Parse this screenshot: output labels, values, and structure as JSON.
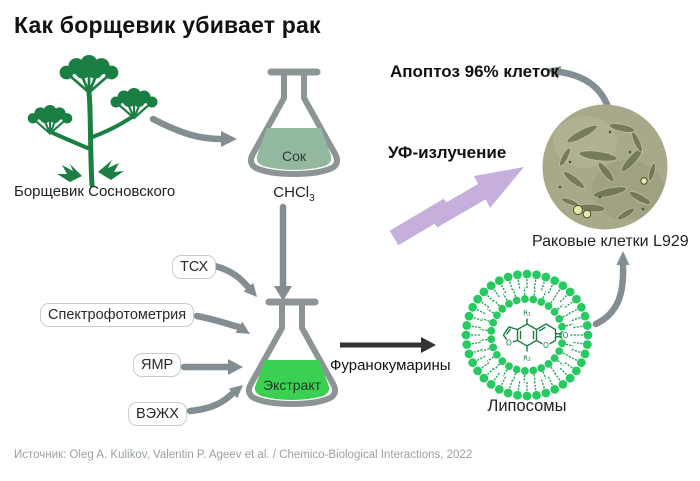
{
  "title": "Как борщевик убивает рак",
  "plant": {
    "name": "Борщевик Сосновского"
  },
  "juice_flask": {
    "content": "Сок",
    "solvent": "CHCl",
    "solvent_sub": "3"
  },
  "extract_flask": {
    "content": "Экстракт"
  },
  "methods": [
    {
      "label": "ТСХ"
    },
    {
      "label": "Спектрофотометрия"
    },
    {
      "label": "ЯМР"
    },
    {
      "label": "ВЭЖХ"
    }
  ],
  "compound_label": "Фуранокумарины",
  "liposome": {
    "label": "Липосомы",
    "substituent_top": "R₁",
    "substituent_bottom": "R₂",
    "oxygen": "O"
  },
  "uv_label": "УФ-излучение",
  "cells": {
    "label": "Раковые клетки L929"
  },
  "result_label": "Апоптоз 96% клеток",
  "source": "Источник: Oleg A. Kulikov, Valentin P. Ageev et al. / Chemico-Biological Interactions, 2022",
  "colors": {
    "plant_green": "#1b7f43",
    "juice_green": "#92b9a0",
    "extract_green": "#3cd052",
    "liposome_green": "#27c961",
    "liposome_tail_green": "#18a14e",
    "structure_green": "#1a7a45",
    "arrow_gray": "#848e92",
    "black_arrow": "#333333",
    "uv_purple": "#c6aedd",
    "flask_outline": "#8d9496",
    "cell_photo_bg": "#a8a98a"
  }
}
